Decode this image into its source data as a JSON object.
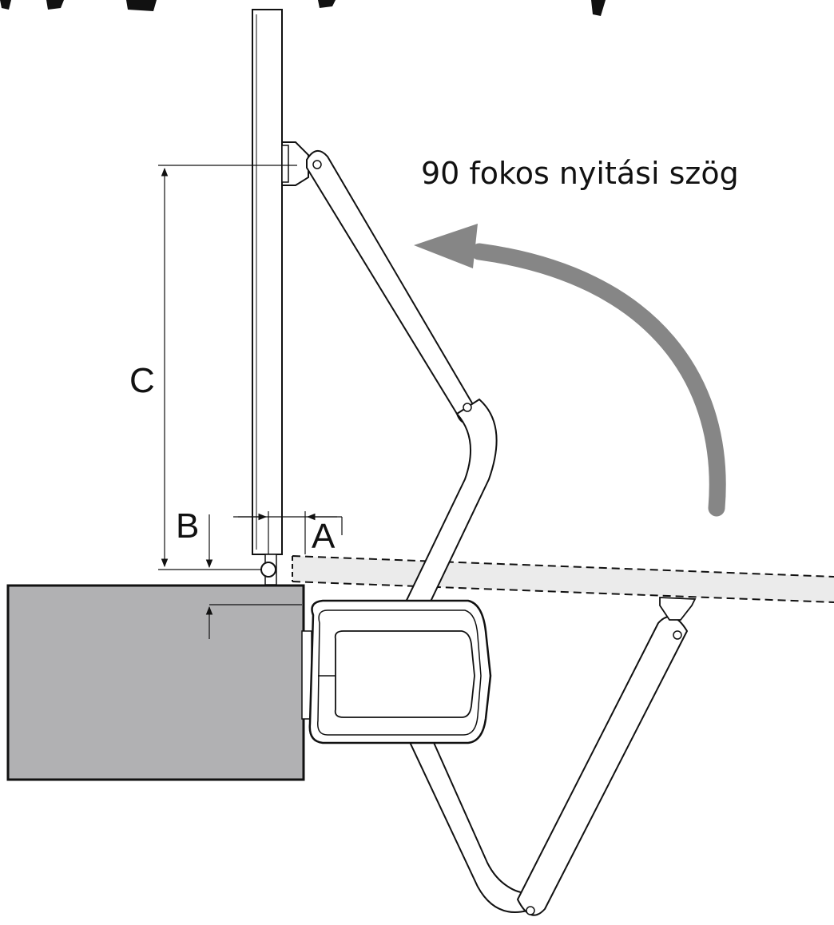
{
  "caption": "90 fokos nyitási szög",
  "dimensions": {
    "a": "A",
    "b": "B",
    "c": "C"
  },
  "colors": {
    "pillar_fill": "#b1b1b3",
    "gate_closed_fill": "#ebebeb",
    "arrow": "#868686",
    "stroke": "#111111"
  }
}
